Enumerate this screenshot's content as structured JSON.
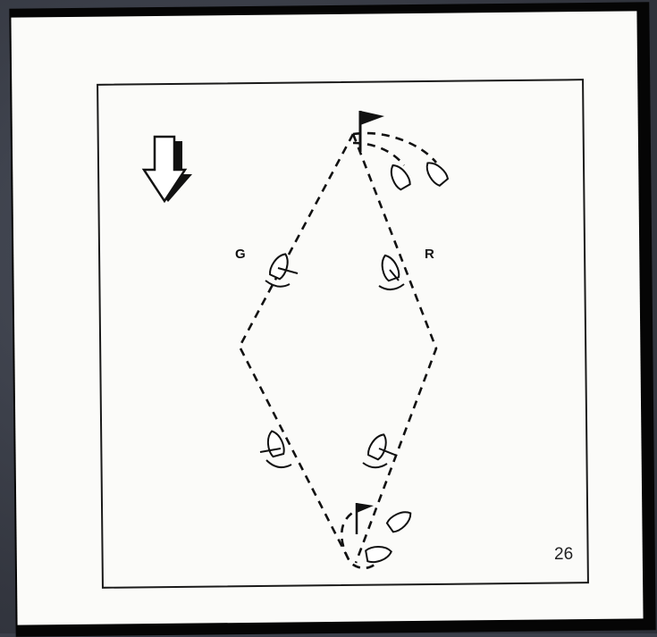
{
  "diagram": {
    "label_left": "G",
    "label_right": "R",
    "page_number": "26",
    "icons": [
      "wind-direction-arrow-icon",
      "top-mark-flag-icon",
      "bottom-mark-flag-icon",
      "boat-icon"
    ]
  }
}
